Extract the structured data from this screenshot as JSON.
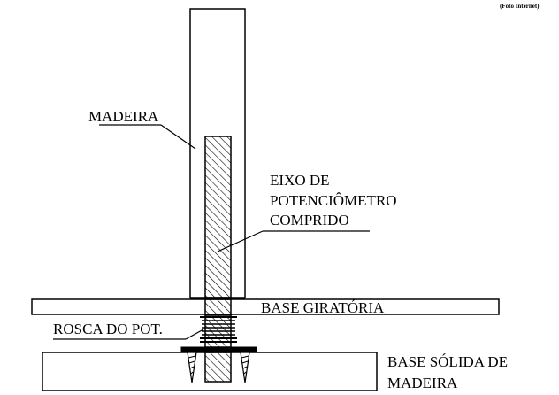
{
  "credit": "(Foto Internet)",
  "labels": {
    "wood": "MADEIRA",
    "shaft_line1": "EIXO  DE",
    "shaft_line2": "POTENCIÔMETRO",
    "shaft_line3": "COMPRIDO",
    "rotating_base": "BASE GIRATÓRIA",
    "pot_thread": "ROSCA DO POT.",
    "solid_base_line1": "BASE  SÓLIDA DE",
    "solid_base_line2": "MADEIRA"
  },
  "colors": {
    "ink": "#000000",
    "background": "#ffffff"
  }
}
